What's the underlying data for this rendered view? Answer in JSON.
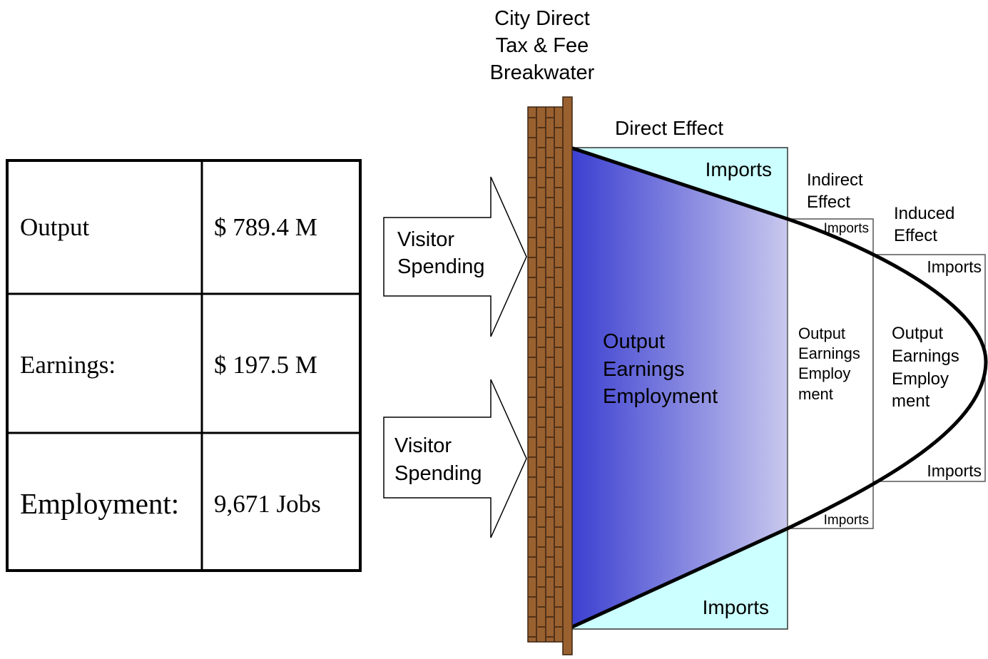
{
  "table": {
    "rows": [
      {
        "label": "Output",
        "value": "$ 789.4 M"
      },
      {
        "label": "Earnings:",
        "value": "$ 197.5 M"
      },
      {
        "label": "Employment:",
        "value": "9,671 Jobs"
      }
    ]
  },
  "breakwater": {
    "title_lines": [
      "City Direct",
      "Tax & Fee",
      "Breakwater"
    ],
    "brick_color": "#9a6130"
  },
  "inflows": [
    {
      "lines": [
        "Visitor",
        "Spending"
      ]
    },
    {
      "lines": [
        "Visitor",
        "Spending"
      ]
    }
  ],
  "direct_effect": {
    "title": "Direct Effect",
    "imports_top": "Imports",
    "imports_bottom": "Imports",
    "body_lines": [
      "Output",
      "Earnings",
      "Employment"
    ],
    "fill_color": "#ccffff",
    "gradient_start": "#3b3fd0",
    "gradient_end": "#c8c8ee"
  },
  "indirect_effect": {
    "title_lines": [
      "Indirect",
      "Effect"
    ],
    "imports_top": "Imports",
    "imports_bottom": "Imports",
    "body_lines": [
      "Output",
      "Earnings",
      "Employ",
      "ment"
    ]
  },
  "induced_effect": {
    "title_lines": [
      "Induced",
      "Effect"
    ],
    "imports_top": "Imports",
    "imports_bottom": "Imports",
    "body_lines": [
      "Output",
      "Earnings",
      "Employ",
      "ment"
    ]
  }
}
